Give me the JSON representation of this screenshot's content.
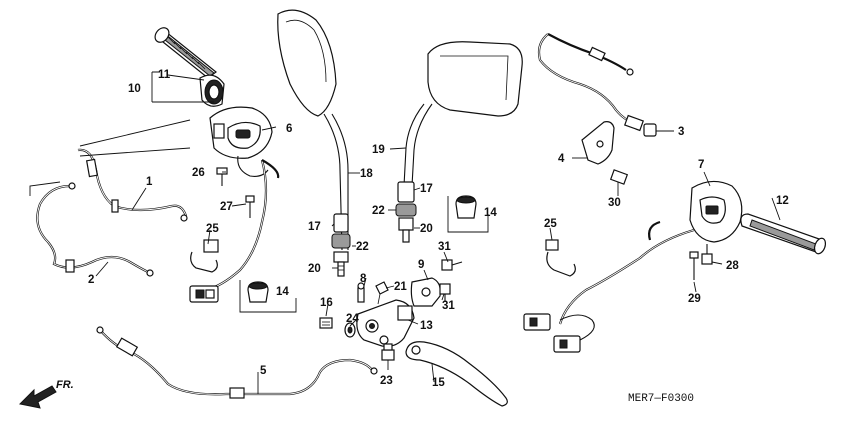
{
  "diagram_code": "MER7—F0300",
  "direction_marker": "FR.",
  "callouts": [
    {
      "id": "c1",
      "label": "1"
    },
    {
      "id": "c2",
      "label": "2"
    },
    {
      "id": "c3",
      "label": "3"
    },
    {
      "id": "c4",
      "label": "4"
    },
    {
      "id": "c5",
      "label": "5"
    },
    {
      "id": "c6",
      "label": "6"
    },
    {
      "id": "c7",
      "label": "7"
    },
    {
      "id": "c8",
      "label": "8"
    },
    {
      "id": "c9",
      "label": "9"
    },
    {
      "id": "c10",
      "label": "10"
    },
    {
      "id": "c11",
      "label": "11"
    },
    {
      "id": "c12",
      "label": "12"
    },
    {
      "id": "c13",
      "label": "13"
    },
    {
      "id": "c14a",
      "label": "14"
    },
    {
      "id": "c14b",
      "label": "14"
    },
    {
      "id": "c15",
      "label": "15"
    },
    {
      "id": "c16",
      "label": "16"
    },
    {
      "id": "c17a",
      "label": "17"
    },
    {
      "id": "c17b",
      "label": "17"
    },
    {
      "id": "c18",
      "label": "18"
    },
    {
      "id": "c19",
      "label": "19"
    },
    {
      "id": "c20a",
      "label": "20"
    },
    {
      "id": "c20b",
      "label": "20"
    },
    {
      "id": "c21",
      "label": "21"
    },
    {
      "id": "c22a",
      "label": "22"
    },
    {
      "id": "c22b",
      "label": "22"
    },
    {
      "id": "c23",
      "label": "23"
    },
    {
      "id": "c24",
      "label": "24"
    },
    {
      "id": "c25a",
      "label": "25"
    },
    {
      "id": "c25b",
      "label": "25"
    },
    {
      "id": "c26",
      "label": "26"
    },
    {
      "id": "c27",
      "label": "27"
    },
    {
      "id": "c28",
      "label": "28"
    },
    {
      "id": "c29",
      "label": "29"
    },
    {
      "id": "c30",
      "label": "30"
    },
    {
      "id": "c31a",
      "label": "31"
    },
    {
      "id": "c31b",
      "label": "31"
    }
  ]
}
